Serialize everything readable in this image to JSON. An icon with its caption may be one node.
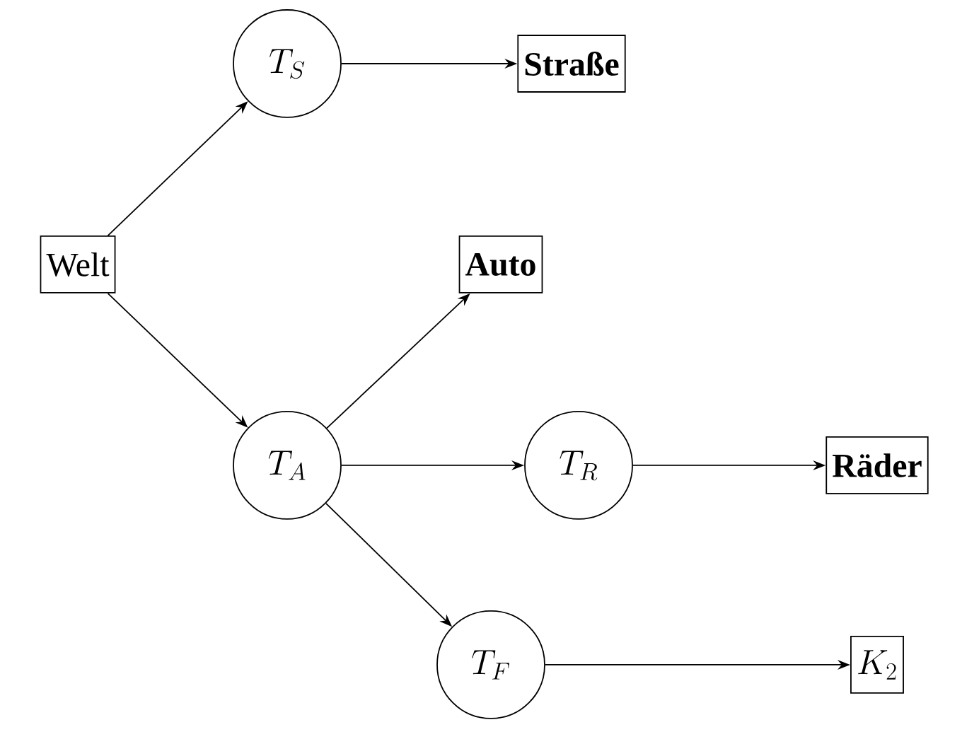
{
  "diagram": {
    "nodes": [
      {
        "text": [
          "Welt"
        ]
      },
      {
        "text": [
          "T_S"
        ]
      },
      {
        "text": [
          "Straße"
        ]
      },
      {
        "text": [
          "Auto"
        ]
      },
      {
        "text": [
          "T_A"
        ]
      },
      {
        "text": [
          "T_R"
        ]
      },
      {
        "text": [
          "Räder"
        ]
      },
      {
        "text": [
          "T_F"
        ]
      },
      {
        "text": [
          "K_2"
        ]
      }
    ],
    "edges": [
      {
        "from": 0,
        "to": 1,
        "arrow": "to"
      },
      {
        "from": 1,
        "to": 2,
        "arrow": "to"
      },
      {
        "from": 0,
        "to": 4,
        "arrow": "to"
      },
      {
        "from": 4,
        "to": 3,
        "arrow": "to"
      },
      {
        "from": 4,
        "to": 5,
        "arrow": "to"
      },
      {
        "from": 5,
        "to": 6,
        "arrow": "to"
      },
      {
        "from": 4,
        "to": 7,
        "arrow": "to"
      },
      {
        "from": 7,
        "to": 8,
        "arrow": "to"
      }
    ]
  }
}
